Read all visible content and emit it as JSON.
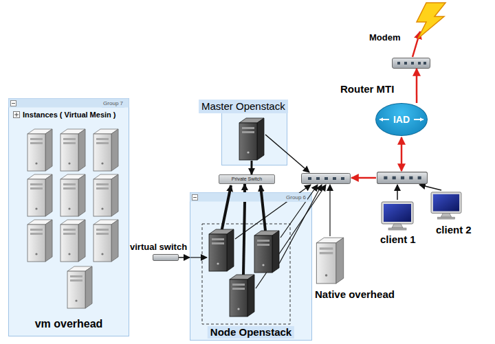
{
  "diagram": {
    "nodes": [
      {
        "text": [
          "Group 7",
          "Instances ( Virtual Mesin )",
          "vm overhead"
        ]
      },
      {
        "text": [
          "Master Openstack"
        ]
      },
      {
        "text": [
          "Private Switch"
        ]
      },
      {
        "text": [
          "Group 6",
          "Node Openstack"
        ]
      },
      {
        "text": [
          "virtual switch"
        ]
      },
      {
        "text": [
          "Modem"
        ]
      },
      {
        "text": [
          "Router MTI",
          "IAD"
        ]
      },
      {
        "text": [
          "client 1"
        ]
      },
      {
        "text": [
          "client 2"
        ]
      },
      {
        "text": [
          "Native overhead"
        ]
      }
    ],
    "edges": [
      {
        "from": 1,
        "to": 2,
        "arrow": "to"
      },
      {
        "from": 3,
        "to": 2,
        "arrow": "to"
      },
      {
        "from": 4,
        "to": 3,
        "arrow": "to"
      },
      {
        "from": 6,
        "to": 5,
        "arrow": "to"
      }
    ]
  }
}
